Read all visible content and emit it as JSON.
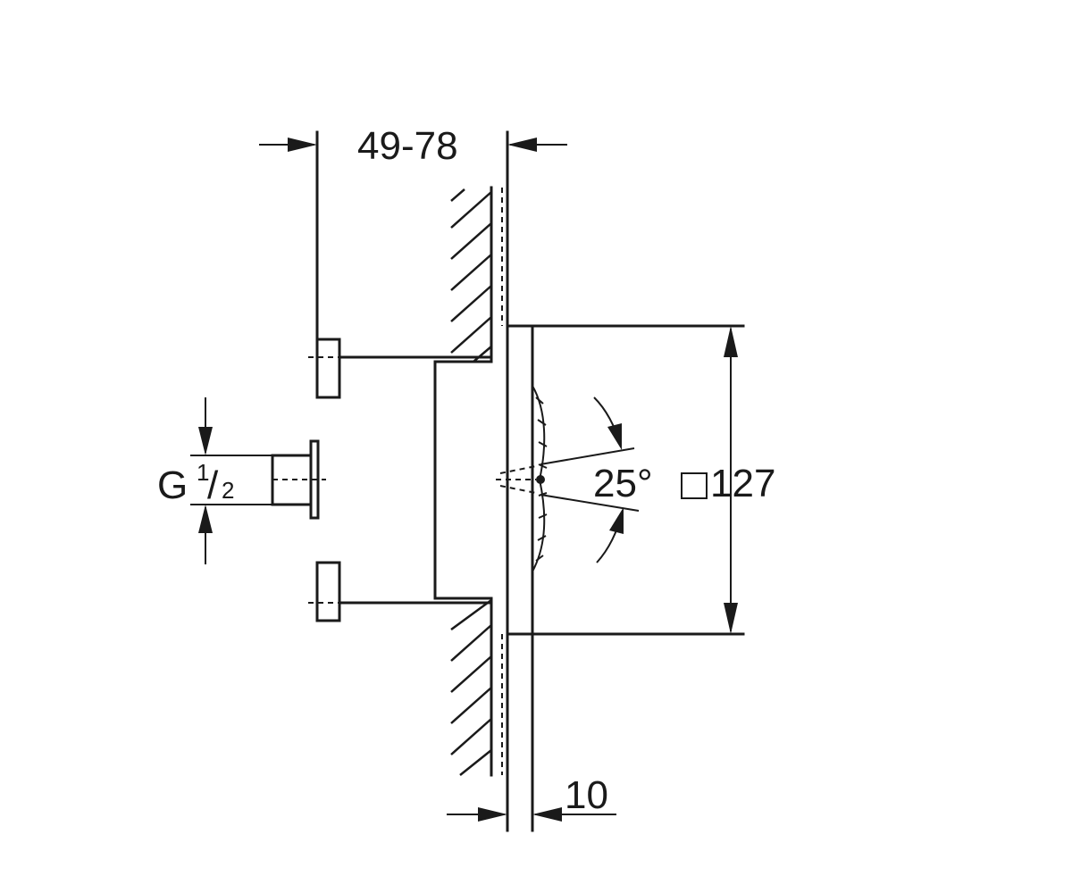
{
  "labels": {
    "width_range": "49-78",
    "thread": "G",
    "thread_fraction_num": "1",
    "thread_fraction_slash": "/",
    "thread_fraction_den": "2",
    "angle": "25°",
    "square_size": "127",
    "plate_thickness": "10"
  }
}
